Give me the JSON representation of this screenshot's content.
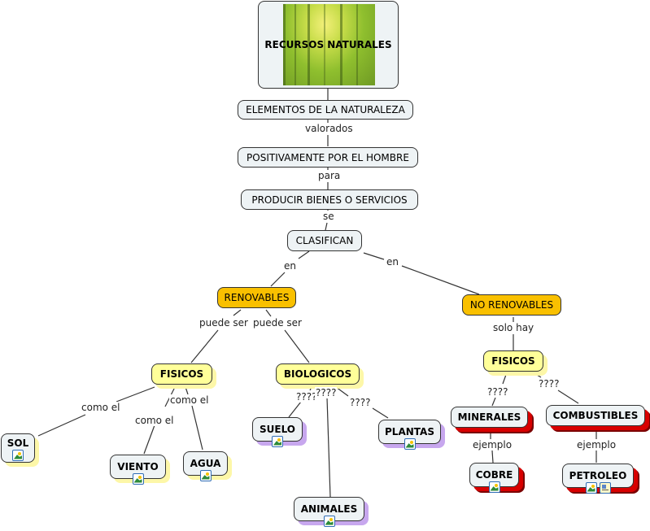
{
  "colors": {
    "plain_node": "#eef3f5",
    "orange_node": "#f9c000",
    "yellow_node": "#ffff99",
    "shadow_red": "#d80000",
    "shadow_purple": "#c7a7ee",
    "shadow_yellow": "#fdf7a8",
    "line": "#333333"
  },
  "concept_map": {
    "root": {
      "id": "root",
      "label": "RECURSOS NATURALES",
      "background_image": "forest-photo"
    },
    "nodes": [
      {
        "id": "elementos",
        "label": "ELEMENTOS DE LA NATURALEZA"
      },
      {
        "id": "positivamente",
        "label": "POSITIVAMENTE POR EL HOMBRE"
      },
      {
        "id": "producir",
        "label": "PRODUCIR BIENES O SERVICIOS"
      },
      {
        "id": "clasifican",
        "label": "CLASIFICAN"
      },
      {
        "id": "renovables",
        "label": "RENOVABLES"
      },
      {
        "id": "no_renovables",
        "label": "NO RENOVABLES"
      },
      {
        "id": "fisicos1",
        "label": "FISICOS"
      },
      {
        "id": "biologicos",
        "label": "BIOLOGICOS"
      },
      {
        "id": "fisicos2",
        "label": "FISICOS"
      },
      {
        "id": "sol",
        "label": "SOL",
        "resources": [
          "image-icon"
        ]
      },
      {
        "id": "viento",
        "label": "VIENTO",
        "resources": [
          "image-icon"
        ]
      },
      {
        "id": "agua",
        "label": "AGUA",
        "resources": [
          "image-icon"
        ]
      },
      {
        "id": "suelo",
        "label": "SUELO",
        "resources": [
          "image-icon"
        ]
      },
      {
        "id": "plantas",
        "label": "PLANTAS",
        "resources": [
          "image-icon"
        ]
      },
      {
        "id": "animales",
        "label": "ANIMALES",
        "resources": [
          "image-icon"
        ]
      },
      {
        "id": "minerales",
        "label": "MINERALES"
      },
      {
        "id": "combustibles",
        "label": "COMBUSTIBLES"
      },
      {
        "id": "cobre",
        "label": "COBRE",
        "resources": [
          "image-icon"
        ]
      },
      {
        "id": "petroleo",
        "label": "PETROLEO",
        "resources": [
          "image-icon",
          "document-icon"
        ]
      }
    ],
    "linking_phrases": {
      "valorados": "valorados",
      "para": "para",
      "se": "se",
      "en_left": "en",
      "en_right": "en",
      "puede_ser_1": "puede ser",
      "puede_ser_2": "puede ser",
      "solo_hay": "solo hay",
      "como_el_sol": "como el",
      "como_el_viento": "como el",
      "como_el_agua": "como el",
      "q_suelo": "????",
      "q_animales": "????",
      "q_plantas": "????",
      "q_minerales": "????",
      "q_combustibles": "????",
      "ejemplo_cobre": "ejemplo",
      "ejemplo_petroleo": "ejemplo"
    }
  }
}
